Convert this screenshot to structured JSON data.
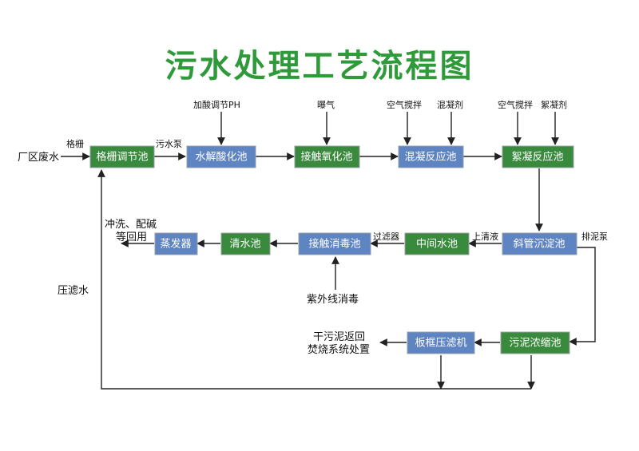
{
  "title": "污水处理工艺流程图",
  "colors": {
    "green": "#3a8a3e",
    "blue": "#5e84c2",
    "title": "#2e9a3a",
    "line": "#222222"
  },
  "nodes": {
    "grid_pool": "格栅调节池",
    "hydrolysis_pool": "水解酸化池",
    "contact_oxidation_pool": "接触氧化池",
    "coagulation_pool": "混凝反应池",
    "flocculation_pool": "絮凝反应池",
    "inclined_tube_pool": "斜管沉淀池",
    "middle_water_pool": "中间水池",
    "contact_disinfection_pool": "接触消毒池",
    "clear_water_pool": "清水池",
    "evaporator": "蒸发器",
    "sludge_thickening_pool": "污泥浓缩池",
    "plate_filter_press": "板框压滤机"
  },
  "labels": {
    "factory_wastewater": "厂区废水",
    "grille": "格栅",
    "sewage_pump": "污水泵",
    "acid_ph": "加酸调节PH",
    "aeration": "曝气",
    "air_mix_1": "空气搅拌",
    "coagulant": "混凝剂",
    "air_mix_2": "空气搅拌",
    "flocculant": "絮凝剂",
    "supernatant": "上清液",
    "sludge_pump": "排泥泵",
    "filter": "过滤器",
    "uv_disinfection": "紫外线消毒",
    "reuse_line1": "冲洗、配碱",
    "reuse_line2": "等回用",
    "filtrate": "压滤水",
    "dry_sludge_line1": "干污泥返回",
    "dry_sludge_line2": "焚烧系统处置"
  }
}
